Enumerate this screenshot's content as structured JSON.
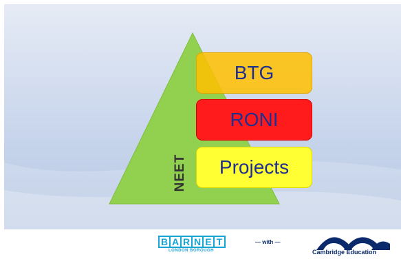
{
  "diagram": {
    "base_label": "NEET",
    "layers": [
      {
        "label": "BTG",
        "color": "#ffc000"
      },
      {
        "label": "RONI",
        "color": "#ff1b1b"
      },
      {
        "label": "Projects",
        "color": "#ffff33"
      }
    ],
    "pyramid_color": "#92d050"
  },
  "footer": {
    "barnet_letters": [
      "B",
      "A",
      "R",
      "N",
      "E",
      "T"
    ],
    "barnet_subtitle": "LONDON BOROUGH",
    "with_text": "— with —",
    "cambridge_text": "Cambridge Education"
  }
}
